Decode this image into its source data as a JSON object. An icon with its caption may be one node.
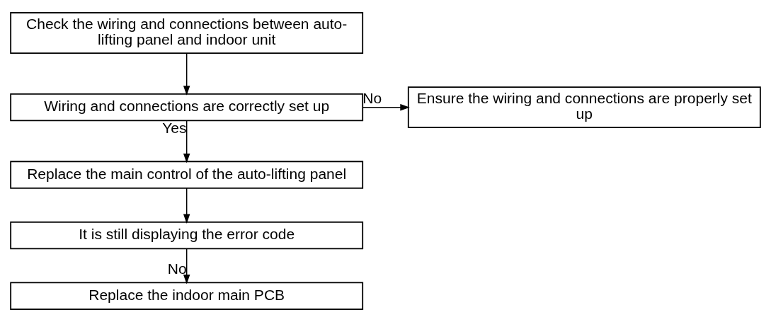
{
  "diagram": {
    "nodes": [
      {
        "text": [
          "Check the wiring and connections between auto-lifting panel and indoor unit"
        ]
      },
      {
        "text": [
          "Wiring and connections are correctly set up"
        ]
      },
      {
        "text": [
          "Ensure the wiring and connections are properly set up"
        ]
      },
      {
        "text": [
          "Replace the main control of the auto-lifting panel"
        ]
      },
      {
        "text": [
          "It is still displaying the error code"
        ]
      },
      {
        "text": [
          "Replace the indoor main PCB"
        ]
      }
    ],
    "edges": [
      {
        "from": 0,
        "to": 1,
        "arrow": "to"
      },
      {
        "from": 1,
        "to": 2,
        "arrow": "to",
        "label": "No"
      },
      {
        "from": 1,
        "to": 3,
        "arrow": "to",
        "label": "Yes"
      },
      {
        "from": 3,
        "to": 4,
        "arrow": "to"
      },
      {
        "from": 4,
        "to": 5,
        "arrow": "to",
        "label": "No"
      }
    ]
  }
}
